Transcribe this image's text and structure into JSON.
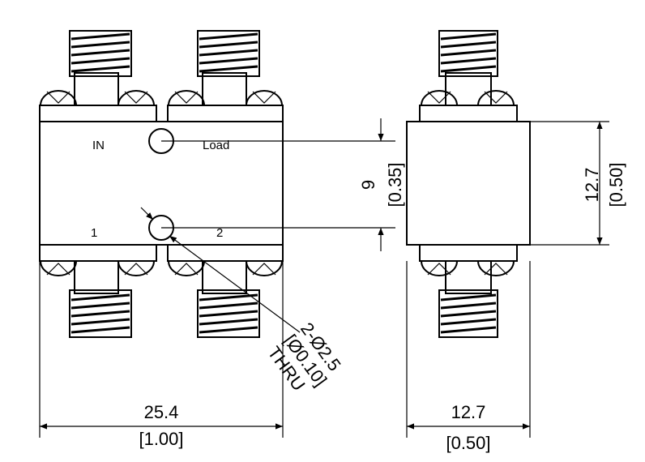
{
  "labels": {
    "port_in": "IN",
    "port_load": "Load",
    "port_1": "1",
    "port_2": "2"
  },
  "dimensions": {
    "width_mm": "25.4",
    "width_in": "[1.00]",
    "depth_mm": "12.7",
    "depth_in": "[0.50]",
    "height_mm": "12.7",
    "height_in": "[0.50]",
    "hole_spacing_mm": "9",
    "hole_spacing_in": "[0.35]"
  },
  "hole_callout": {
    "line1": "2-Ø2.5",
    "line2": "[Ø0.10]",
    "line3": "THRU"
  }
}
